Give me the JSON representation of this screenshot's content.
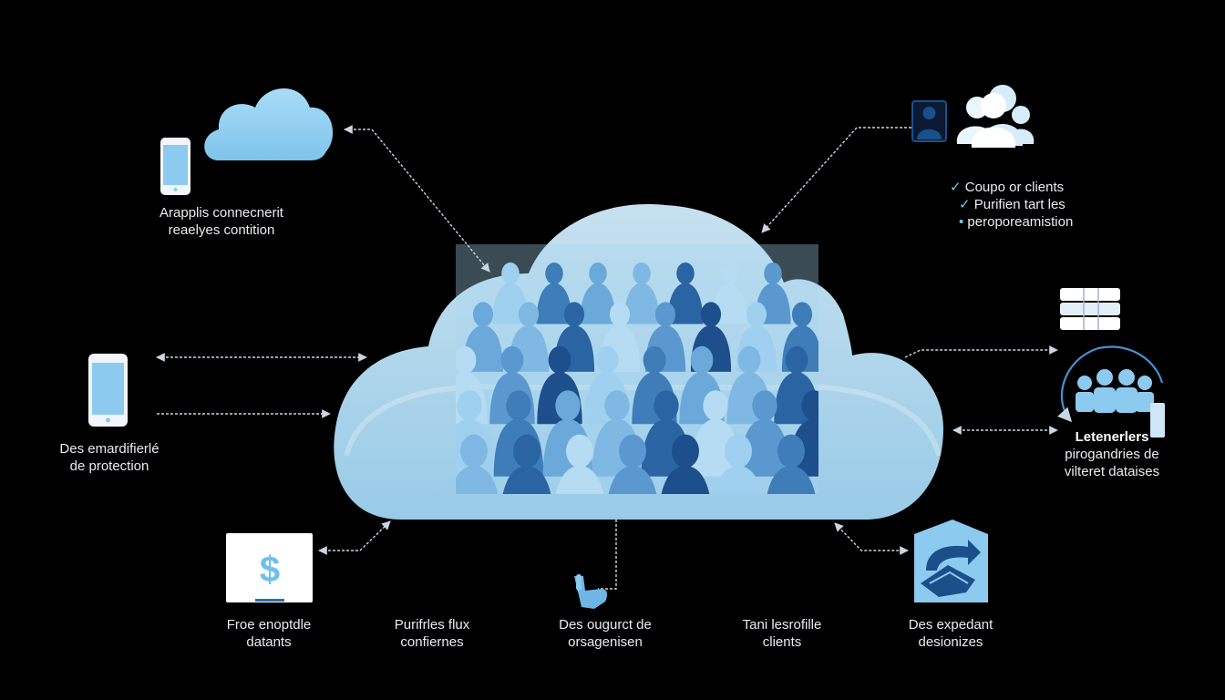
{
  "colors": {
    "background": "#000000",
    "cloud_light": "#bfe3f7",
    "cloud_mid": "#8fcbef",
    "accent_light": "#7fc6ee",
    "accent_dark": "#1b4f8a",
    "connector": "#b9c7d6",
    "text": "#e6edf3"
  },
  "labels": {
    "apps_connected": {
      "line1": "Arapplis connecnerit",
      "line2": "reaelyes contition"
    },
    "mobile_protection": {
      "line1": "Des emardifierlé",
      "line2": "de protection"
    },
    "free_data": {
      "line1": "Froe enoptdle",
      "line2": "datants"
    },
    "flows": {
      "line1": "Purifrles flux",
      "line2": "confiernes"
    },
    "organisation": {
      "line1": "Des ougurct de",
      "line2": "orsagenisen"
    },
    "client_profiles": {
      "line1": "Tani lesrofille",
      "line2": "clients"
    },
    "expedient": {
      "line1": "Des expedant",
      "line2": "desionizes"
    },
    "client_groups": {
      "line1": "Coupo or clients",
      "line2": "Purifien tart les",
      "line3": "peroporeamistion"
    },
    "databases": {
      "line1": "Letenerlers",
      "line2": "pirogandries de",
      "line3": "vilteret dataises"
    }
  },
  "icons": [
    "cloud-icon",
    "smartphone-icon",
    "user-group-icon",
    "database-icon",
    "sync-group-icon",
    "dollar-screen-icon",
    "pointer-hand-icon",
    "share-shield-icon",
    "people-crowd-icon"
  ]
}
